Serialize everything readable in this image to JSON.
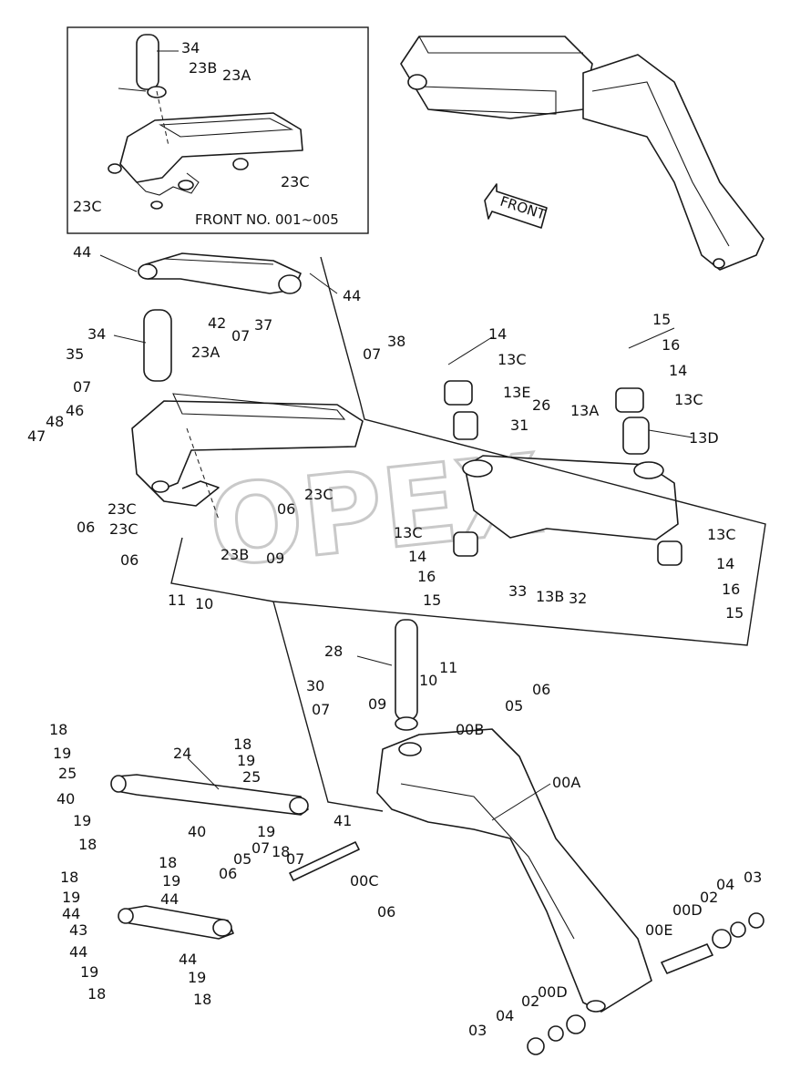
{
  "inset": {
    "note": "FRONT NO. 001~005"
  },
  "arrow": {
    "text": "FRONT"
  },
  "watermark": {
    "text": "OPEX"
  },
  "labels": {
    "l_34_top": "34",
    "l_23b_top": "23B",
    "l_23a_top": "23A",
    "l_23c_top_r": "23C",
    "l_23c_top_l": "23C",
    "l_44_a": "44",
    "l_44_b": "44",
    "l_42": "42",
    "l_34": "34",
    "l_07_a": "07",
    "l_37": "37",
    "l_23a": "23A",
    "l_07_b": "07",
    "l_38": "38",
    "l_35": "35",
    "l_07_c": "07",
    "l_46": "46",
    "l_48": "48",
    "l_47": "47",
    "l_06_a": "06",
    "l_23c_a": "23C",
    "l_23c_b": "23C",
    "l_06_b": "06",
    "l_06_c": "06",
    "l_23c_c": "23C",
    "l_23b": "23B",
    "l_09_a": "09",
    "l_11_a": "11",
    "l_10_a": "10",
    "l_14_a": "14",
    "l_13c_a": "13C",
    "l_13e": "13E",
    "l_26": "26",
    "l_13a": "13A",
    "l_31": "31",
    "l_15_a": "15",
    "l_16_a": "16",
    "l_14_b": "14",
    "l_13c_b": "13C",
    "l_13d": "13D",
    "l_13c_c": "13C",
    "l_14_c": "14",
    "l_16_b": "16",
    "l_15_b": "15",
    "l_33": "33",
    "l_13b": "13B",
    "l_32": "32",
    "l_13c_d": "13C",
    "l_14_d": "14",
    "l_16_c": "16",
    "l_15_c": "15",
    "l_28": "28",
    "l_10_b": "10",
    "l_11_b": "11",
    "l_30": "30",
    "l_07_d": "07",
    "l_09_b": "09",
    "l_00b": "00B",
    "l_05_a": "05",
    "l_06_d": "06",
    "l_18_a": "18",
    "l_19_a": "19",
    "l_25_a": "25",
    "l_40_a": "40",
    "l_19_b": "19",
    "l_18_b": "18",
    "l_24": "24",
    "l_18_c": "18",
    "l_19_c": "19",
    "l_25_b": "25",
    "l_00a": "00A",
    "l_40_b": "40",
    "l_19_d": "19",
    "l_18_d": "18",
    "l_41": "41",
    "l_07_e": "07",
    "l_05_b": "05",
    "l_07_f": "07",
    "l_06_e": "06",
    "l_00c": "00C",
    "l_06_f": "06",
    "l_18_e": "18",
    "l_19_e": "19",
    "l_44_c": "44",
    "l_18_f": "18",
    "l_19_f": "19",
    "l_44_d": "44",
    "l_43": "43",
    "l_44_e": "44",
    "l_19_g": "19",
    "l_18_g": "18",
    "l_44_f": "44",
    "l_19_h": "19",
    "l_18_h": "18",
    "l_00d_a": "00D",
    "l_02_a": "02",
    "l_04_a": "04",
    "l_03_a": "03",
    "l_00e": "00E",
    "l_00d_b": "00D",
    "l_02_b": "02",
    "l_04_b": "04",
    "l_03_b": "03"
  }
}
